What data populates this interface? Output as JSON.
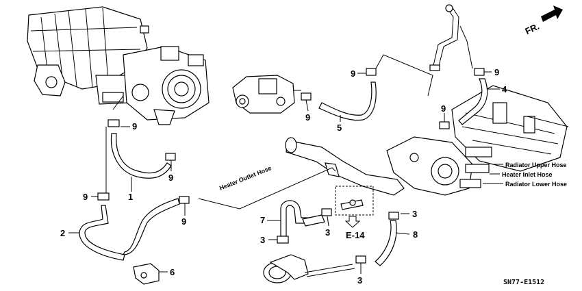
{
  "direction": {
    "label": "FR."
  },
  "diagram_code": "SN77-E1512",
  "ref": {
    "label": "E-14"
  },
  "hose_labels": {
    "heater_outlet": "Heater Outlet Hose",
    "radiator_upper": "Radiator Upper Hose",
    "heater_inlet": "Heater Inlet Hose",
    "radiator_lower": "Radiator Lower Hose"
  },
  "callouts": {
    "c1": "1",
    "c2": "2",
    "c3a": "3",
    "c3b": "3",
    "c3c": "3",
    "c3d": "3",
    "c4": "4",
    "c5": "5",
    "c6": "6",
    "c7": "7",
    "c8": "8",
    "c9a": "9",
    "c9b": "9",
    "c9c": "9",
    "c9d": "9",
    "c9e": "9",
    "c9f": "9",
    "c9g": "9",
    "c9h": "9"
  }
}
